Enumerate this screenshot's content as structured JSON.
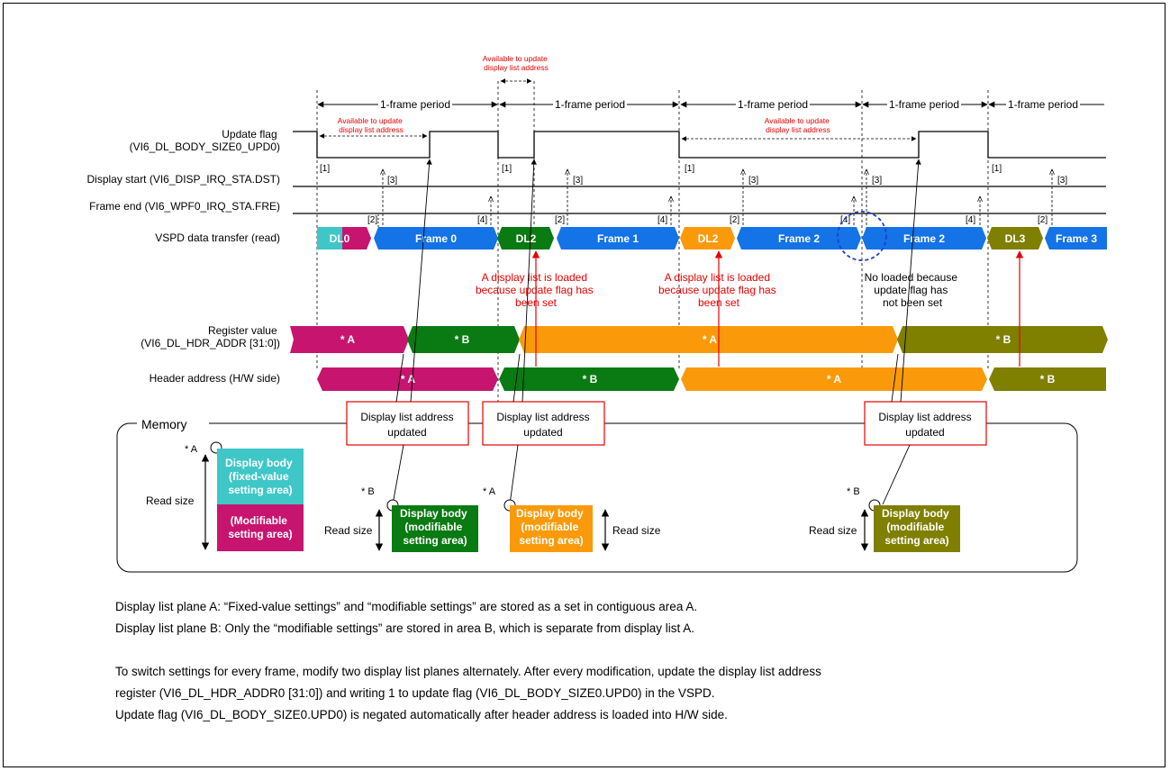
{
  "top_note": [
    "Available to update",
    "display list address"
  ],
  "period_label": "1-frame period",
  "avail_note": [
    "Available to update",
    "display list address"
  ],
  "signals": {
    "update_flag": [
      "Update flag",
      "(VI6_DL_BODY_SIZE0_UPD0)"
    ],
    "display_start": "Display start (VI6_DISP_IRQ_STA.DST)",
    "frame_end": "Frame end (VI6_WPF0_IRQ_STA.FRE)",
    "vspd": "VSPD data transfer (read)",
    "register_value": [
      "Register value",
      "(VI6_DL_HDR_ADDR [31:0])"
    ],
    "header_address": "Header address (H/W side)"
  },
  "markers": {
    "m1": "[1]",
    "m2": "[2]",
    "m3": "[3]",
    "m4": "[4]"
  },
  "vspd_segments": [
    "DL0",
    "Frame 0",
    "DL2",
    "Frame 1",
    "DL2",
    "Frame 2",
    "Frame 2",
    "DL3",
    "Frame 3"
  ],
  "register_segments": [
    "* A",
    "* B",
    "* A",
    "* B"
  ],
  "header_segments": [
    "* A",
    "* B",
    "* A",
    "* B"
  ],
  "notes": {
    "loaded1": [
      "A display list is loaded",
      "because update flag has",
      "been set"
    ],
    "loaded2": [
      "A display list is loaded",
      "because update flag has",
      "been set"
    ],
    "not_loaded": [
      "No loaded because",
      "update flag has",
      "not been set"
    ]
  },
  "memory": {
    "title": "Memory",
    "updated_label": [
      "Display list address",
      "updated"
    ],
    "star_a": "* A",
    "star_b": "* B",
    "read_size": "Read size",
    "fixed_block": [
      "Display body",
      "(fixed-value",
      "setting area)"
    ],
    "modifiable_block": [
      "(Modifiable",
      "setting area)"
    ],
    "body_block": [
      "Display body",
      "(modifiable",
      "setting area)"
    ]
  },
  "colors": {
    "cyan": "#3FC7C7",
    "magenta": "#C7156F",
    "blue": "#1473E6",
    "green": "#0A7A12",
    "orange": "#FA9A0A",
    "olive": "#7F7F00",
    "red": "#E60000",
    "dash_blue": "#1F3FCC"
  },
  "captions": [
    "Display list plane A: “Fixed-value settings” and  “modifiable settings” are stored as a set in contiguous area A.",
    "Display list plane B: Only the “modifiable settings” are stored in area B, which is separate from display list A.",
    "To switch settings for every frame, modify two display list planes alternately. After every modification, update the display list address",
    "register (VI6_DL_HDR_ADDR0 [31:0]) and writing 1 to update flag (VI6_DL_BODY_SIZE0.UPD0) in the VSPD.",
    "Update flag (VI6_DL_BODY_SIZE0.UPD0) is negated automatically after header address is loaded into H/W side."
  ]
}
